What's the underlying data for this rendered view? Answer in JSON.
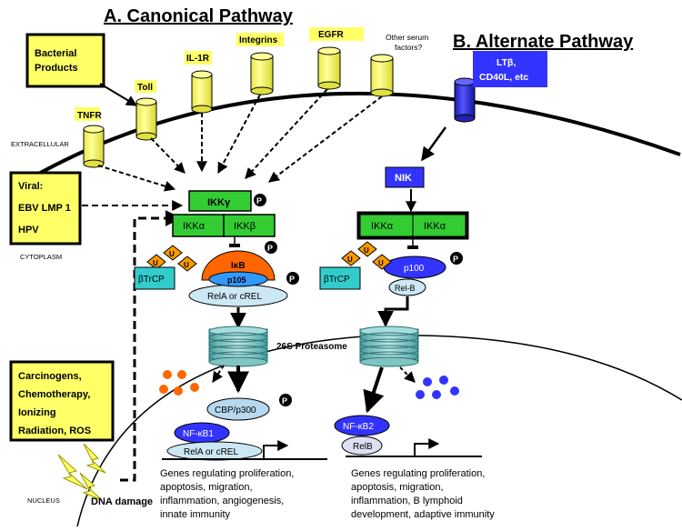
{
  "titles": {
    "canonical": "A. Canonical Pathway",
    "alternate": "B. Alternate Pathway"
  },
  "compartments": {
    "extracellular": "EXTRACELLULAR",
    "cytoplasm": "CYTOPLASM",
    "nucleus": "NUCLEUS"
  },
  "boxes": {
    "bacterial": [
      "Bacterial",
      "Products"
    ],
    "viral": [
      "Viral:",
      "EBV LMP 1",
      "HPV"
    ],
    "carcinogens": [
      "Carcinogens,",
      "Chemotherapy,",
      "Ionizing",
      "Radiation, ROS"
    ]
  },
  "receptors": {
    "tnfr": "TNFR",
    "toll": "Toll",
    "il1r": "IL-1R",
    "integrins": "Integrins",
    "egfr": "EGFR",
    "other": [
      "Other serum",
      "factors?"
    ],
    "lt": [
      "LTβ,",
      "CD40L, etc"
    ]
  },
  "canonical": {
    "ikkg": "IKKγ",
    "ikka": "IKKα",
    "ikkb": "IKKβ",
    "p": "P",
    "u": "U",
    "ikb": "IκB",
    "p105": "p105",
    "btrcp": "βTrCP",
    "relA": "RelA or cREL",
    "cbp": "CBP/p300",
    "nfkb1": "NF-κB1",
    "relA_nuc": "RelA or cREL"
  },
  "alternate": {
    "nik": "NIK",
    "ikka1": "IKKα",
    "ikka2": "IKKα",
    "p100": "p100",
    "relB": "Rel-B",
    "btrcp": "βTrCP",
    "nfkb2": "NF-κB2",
    "relB_nuc": "RelB"
  },
  "proteasome_label": "26S Proteasome",
  "dna_damage": "DNA damage",
  "genes_canonical": [
    "Genes regulating proliferation,",
    "apoptosis, migration,",
    "inflammation, angiogenesis,",
    "innate immunity"
  ],
  "genes_alternate": [
    "Genes regulating proliferation,",
    "apoptosis, migration,",
    "inflammation, B lymphoid",
    "development, adaptive immunity"
  ],
  "colors": {
    "yellow": "#ffff66",
    "green": "#33cc33",
    "teal": "#33cccc",
    "orange": "#ff6600",
    "diamond": "#ff9900",
    "blue": "#3333ff",
    "proteasome": "#66cccc",
    "lightblue": "#cce8f4",
    "lightpurple": "#dde0f5"
  }
}
